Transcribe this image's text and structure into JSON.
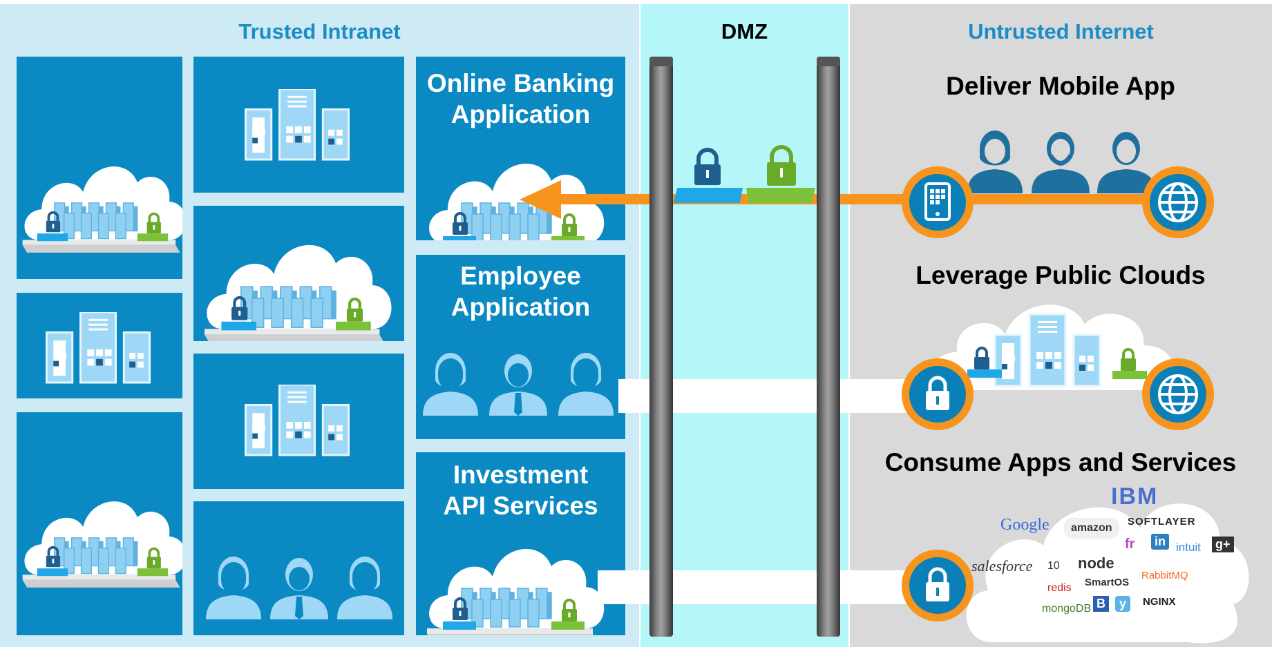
{
  "zones": {
    "trusted": "Trusted Intranet",
    "dmz": "DMZ",
    "untrusted": "Untrusted Internet"
  },
  "apps": {
    "online_banking": [
      "Online Banking",
      "Application"
    ],
    "employee": [
      "Employee",
      "Application"
    ],
    "investment": [
      "Investment",
      "API Services"
    ]
  },
  "untrusted_sections": {
    "mobile": "Deliver Mobile App",
    "clouds": "Leverage Public Clouds",
    "services": "Consume Apps and Services"
  },
  "service_logos": [
    "IBM",
    "Google",
    "amazon",
    "SOFTLAYER",
    "fr",
    "in",
    "intuit",
    "g+",
    "salesforce",
    "10",
    "node",
    "SmartOS",
    "RabbitMQ",
    "redis",
    "mongoDB",
    "B",
    "y",
    "NGINX"
  ],
  "colors": {
    "trusted_bg": "#cdeaf5",
    "dmz_bg": "#b5f7f9",
    "untrusted_bg": "#d9d9d9",
    "tile": "#0a89c2",
    "zone_title": "#1a8dc7",
    "arrow": "#f7941d",
    "lock_blue": "#1f5f8f",
    "lock_green": "#6aaa2a"
  }
}
